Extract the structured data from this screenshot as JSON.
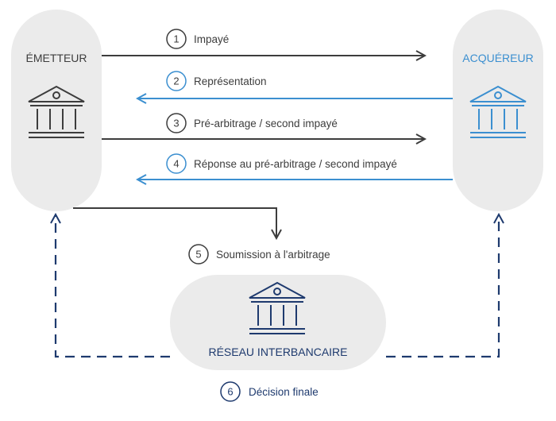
{
  "colors": {
    "dark": "#3d3d3d",
    "blue": "#3b8fd0",
    "navy": "#1e3a6e",
    "pill": "#ebebeb"
  },
  "nodes": {
    "issuer": {
      "label": "ÉMETTEUR",
      "icon": "bank-icon"
    },
    "acquirer": {
      "label": "ACQUÉREUR",
      "icon": "bank-icon"
    },
    "network": {
      "label": "RÉSEAU INTERBANCAIRE",
      "icon": "bank-icon"
    }
  },
  "steps": [
    {
      "number": "1",
      "label": "Impayé"
    },
    {
      "number": "2",
      "label": "Représentation"
    },
    {
      "number": "3",
      "label": "Pré-arbitrage / second impayé"
    },
    {
      "number": "4",
      "label": "Réponse au pré-arbitrage / second impayé"
    },
    {
      "number": "5",
      "label": "Soumission à l'arbitrage"
    },
    {
      "number": "6",
      "label": "Décision finale"
    }
  ]
}
